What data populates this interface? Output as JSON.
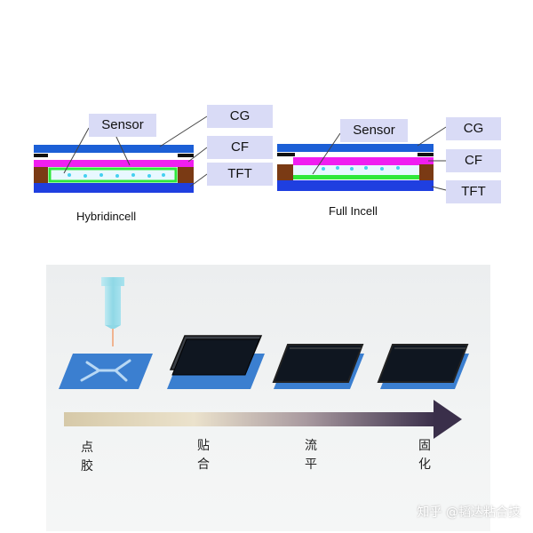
{
  "hybrid": {
    "sensor_label": "Sensor",
    "cg_label": "CG",
    "cf_label": "CF",
    "tft_label": "TFT",
    "caption": "Hybridincell"
  },
  "full": {
    "sensor_label": "Sensor",
    "cg_label": "CG",
    "cf_label": "CF",
    "tft_label": "TFT",
    "caption": "Full Incell"
  },
  "process": {
    "steps": [
      {
        "line1": "点",
        "line2": "胶"
      },
      {
        "line1": "贴",
        "line2": "合"
      },
      {
        "line1": "流",
        "line2": "平"
      },
      {
        "line1": "固",
        "line2": "化"
      }
    ]
  },
  "watermark": "知乎 @韬达粘合技",
  "colors": {
    "cg_blue": "#1c5fd6",
    "cf_magenta": "#f01ef0",
    "tft_blue": "#1f3fe0",
    "liquid_green": "#2ee83a",
    "seal_brown": "#7a3a14",
    "label_fill": "#d9dbf6",
    "panel_blue": "#3b7fd0",
    "glass_dark": "#0f1620",
    "nozzle_cyan": "#8fd8e6"
  }
}
